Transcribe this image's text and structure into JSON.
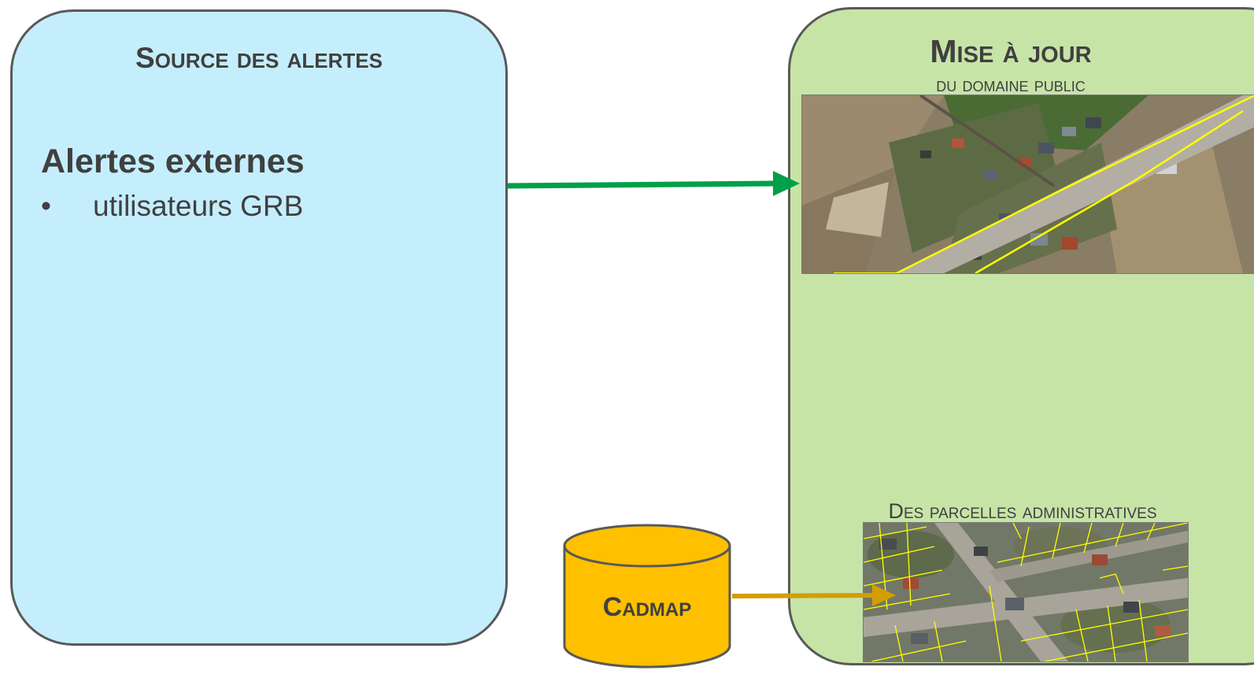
{
  "source_panel": {
    "title": "Source des alertes",
    "heading": "Alertes externes",
    "items": [
      {
        "bullet": "•",
        "text": "utilisateurs GRB"
      }
    ]
  },
  "update_panel": {
    "title": "Mise à jour",
    "subtitle": "du domaine public",
    "parcels_label": "Des parcelles administratives"
  },
  "database": {
    "label": "Cadmap"
  },
  "colors": {
    "source_panel_fill": "#c5eefd",
    "update_panel_fill": "#c7e4a7",
    "panel_border": "#595959",
    "arrow_green": "#00a04a",
    "arrow_gold": "#d39e00",
    "database_fill": "#ffc000",
    "text": "#404040",
    "map_line_yellow": "#ffff00"
  }
}
